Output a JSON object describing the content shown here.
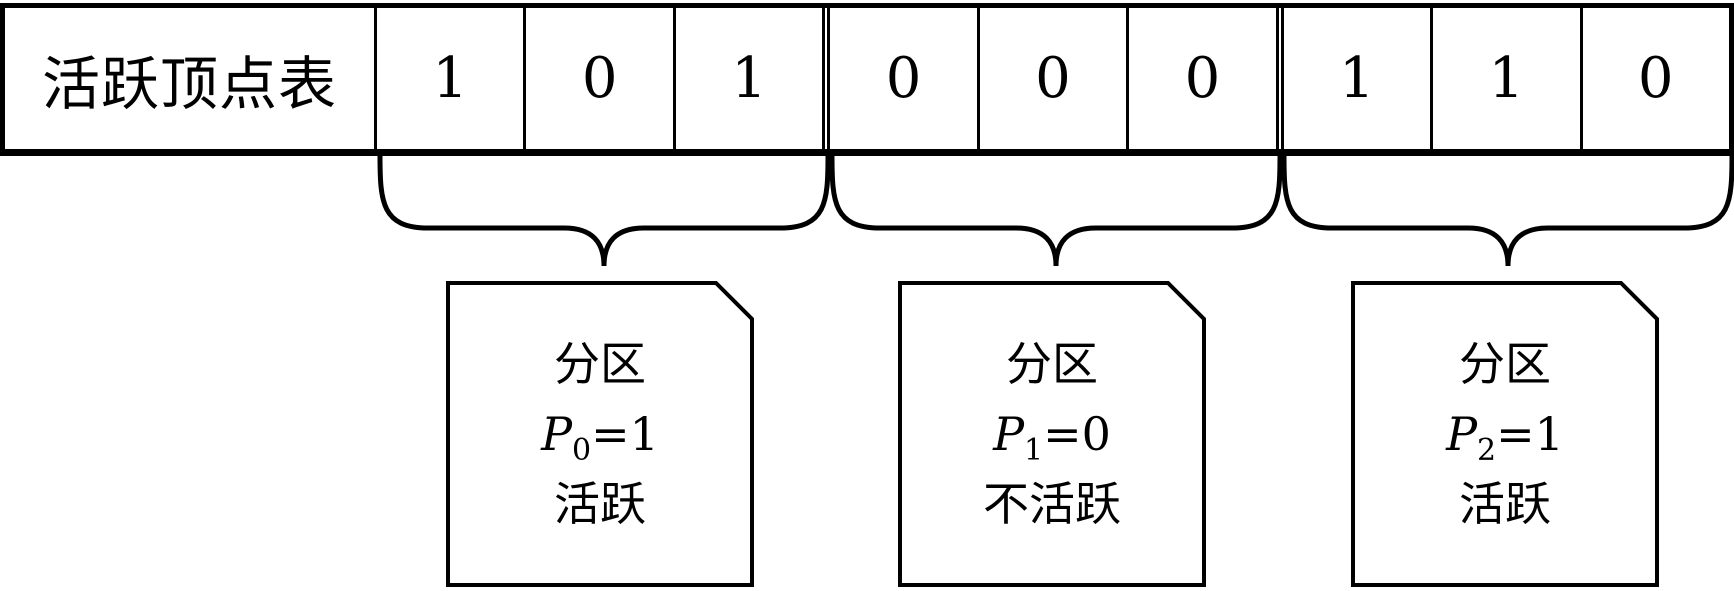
{
  "diagram": {
    "table": {
      "row_label": "活跃顶点表",
      "bits": [
        "1",
        "0",
        "1",
        "0",
        "0",
        "0",
        "1",
        "1",
        "0"
      ]
    },
    "partitions": [
      {
        "title": "分区",
        "var": "P",
        "sub": "0",
        "eq": "=1",
        "status": "活跃"
      },
      {
        "title": "分区",
        "var": "P",
        "sub": "1",
        "eq": "=0",
        "status": "不活跃"
      },
      {
        "title": "分区",
        "var": "P",
        "sub": "2",
        "eq": "=1",
        "status": "活跃"
      }
    ],
    "colors": {
      "line": "#000000",
      "background": "#ffffff"
    }
  }
}
